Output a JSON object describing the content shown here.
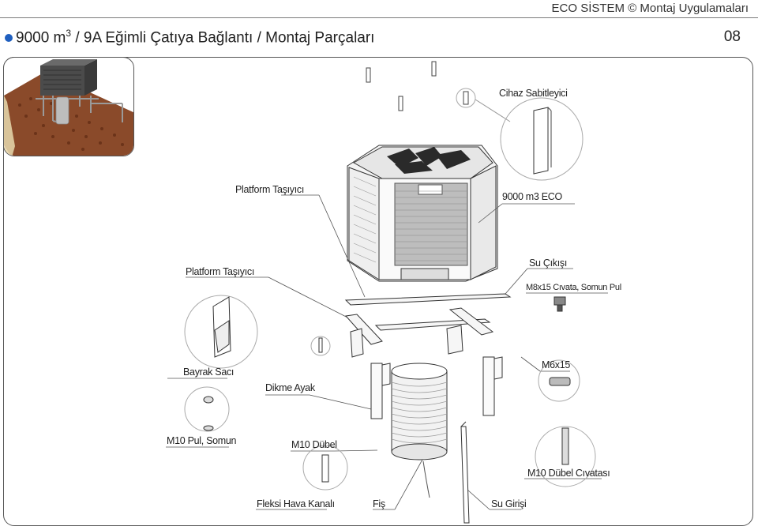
{
  "header": {
    "brand": "ECO SİSTEM © Montaj Uygulamaları",
    "title_main": "9000 m",
    "title_sup": "3",
    "title_rest": " / 9A Eğimli Çatıya Bağlantı / Montaj Parçaları",
    "page_number": "08",
    "accent_color": "#1f5fbf"
  },
  "labels": {
    "cihaz_sabitleyici": "Cihaz Sabitleyici",
    "platform_tasiyici_top": "Platform Taşıyıcı",
    "unit_model": "9000 m3 ECO",
    "platform_tasiyici_left": "Platform Taşıyıcı",
    "su_cikisi": "Su Çıkışı",
    "m8_civata": "M8x15 Cıvata, Somun Pul",
    "bayrak_saci": "Bayrak Sacı",
    "dikme_ayak": "Dikme Ayak",
    "m6x15": "M6x15",
    "m10_pul_somun": "M10 Pul, Somun",
    "m10_dubel": "M10 Dübel",
    "m10_dubel_civatasi": "M10 Dübel Cıvatası",
    "fleksi_hava_kanali": "Fleksi Hava Kanalı",
    "fis": "Fiş",
    "su_girisi": "Su Girişi"
  }
}
